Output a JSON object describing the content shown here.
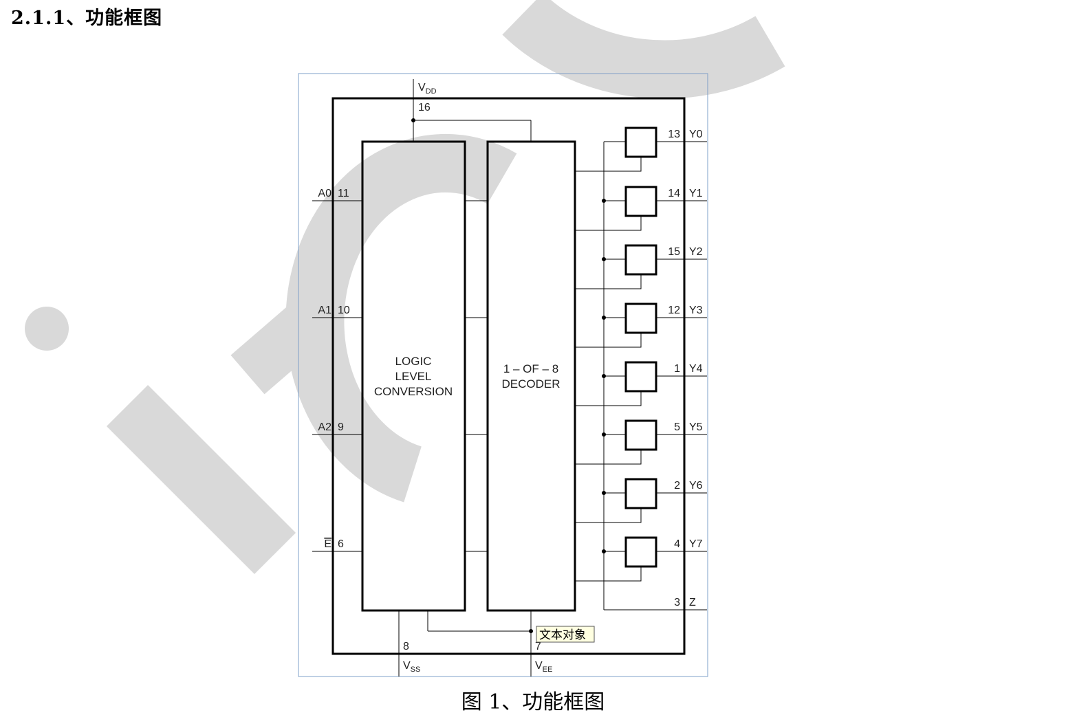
{
  "heading": "2.1.1、功能框图",
  "caption": "图 1、功能框图",
  "watermark": "i-CO",
  "supply": {
    "vdd": {
      "name": "V",
      "sub": "DD",
      "pin": "16"
    },
    "vss": {
      "name": "V",
      "sub": "SS",
      "pin": "8"
    },
    "vee": {
      "name": "V",
      "sub": "EE",
      "pin": "7"
    }
  },
  "inputs": [
    {
      "name": "A0",
      "pin": "11"
    },
    {
      "name": "A1",
      "pin": "10"
    },
    {
      "name": "A2",
      "pin": "9"
    },
    {
      "name": "E",
      "pin": "6",
      "overline": true
    }
  ],
  "blocks": {
    "logic": [
      "LOGIC",
      "LEVEL",
      "CONVERSION"
    ],
    "decoder": [
      "1 – OF – 8",
      "DECODER"
    ]
  },
  "outputs": [
    {
      "name": "Y0",
      "pin": "13"
    },
    {
      "name": "Y1",
      "pin": "14"
    },
    {
      "name": "Y2",
      "pin": "15"
    },
    {
      "name": "Y3",
      "pin": "12"
    },
    {
      "name": "Y4",
      "pin": "1"
    },
    {
      "name": "Y5",
      "pin": "5"
    },
    {
      "name": "Y6",
      "pin": "2"
    },
    {
      "name": "Y7",
      "pin": "4"
    }
  ],
  "common": {
    "name": "Z",
    "pin": "3"
  },
  "text_object_note": "文本对象",
  "colors": {
    "line": "#000000",
    "frame": "#7fa0c8",
    "watermark": "#d9d9d9",
    "note_bg": "#ffffe1"
  }
}
